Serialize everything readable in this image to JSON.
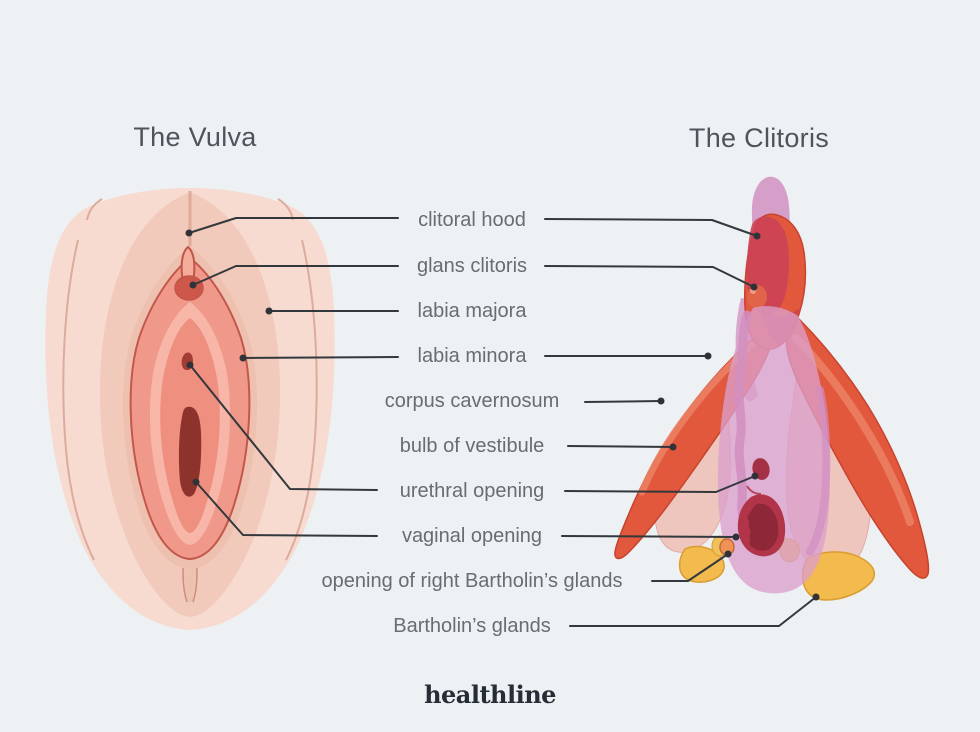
{
  "page": {
    "background": "#edf1f4"
  },
  "titles": {
    "left": "The Vulva",
    "right": "The Clitoris"
  },
  "labels": [
    {
      "text": "clitoral hood",
      "points_to": [
        "vulva",
        "clitoris"
      ]
    },
    {
      "text": "glans clitoris",
      "points_to": [
        "vulva",
        "clitoris"
      ]
    },
    {
      "text": "labia majora",
      "points_to": [
        "vulva"
      ]
    },
    {
      "text": "labia minora",
      "points_to": [
        "vulva",
        "clitoris"
      ]
    },
    {
      "text": "corpus cavernosum",
      "points_to": [
        "clitoris"
      ]
    },
    {
      "text": "bulb of vestibule",
      "points_to": [
        "clitoris"
      ]
    },
    {
      "text": "urethral opening",
      "points_to": [
        "vulva",
        "clitoris"
      ]
    },
    {
      "text": "vaginal opening",
      "points_to": [
        "vulva",
        "clitoris"
      ]
    },
    {
      "text": "opening of right Bartholin’s glands",
      "points_to": [
        "clitoris"
      ]
    },
    {
      "text": "Bartholin’s glands",
      "points_to": [
        "clitoris"
      ]
    }
  ],
  "footer": {
    "brand": "healthline"
  },
  "colors": {
    "background": "#edf1f4",
    "title_text": "#4d545b",
    "label_text": "#666d73",
    "leader_line": "#33383d",
    "skin_light": "#f7dbd0",
    "skin_mid": "#f2cabb",
    "labia_salmon": "#f0998a",
    "labia_light": "#f7b6a8",
    "vestibule": "#ee8f7f",
    "glans_red": "#cd584a",
    "opening_dark": "#8e332c",
    "clitoris_red": "#e2583d",
    "clitoris_crimson": "#cd4255",
    "hood_pink": "#d69fc9",
    "bulb_pink": "#eec6bd",
    "gland_yellow": "#f3ba4d",
    "brand_text": "#262d35"
  }
}
